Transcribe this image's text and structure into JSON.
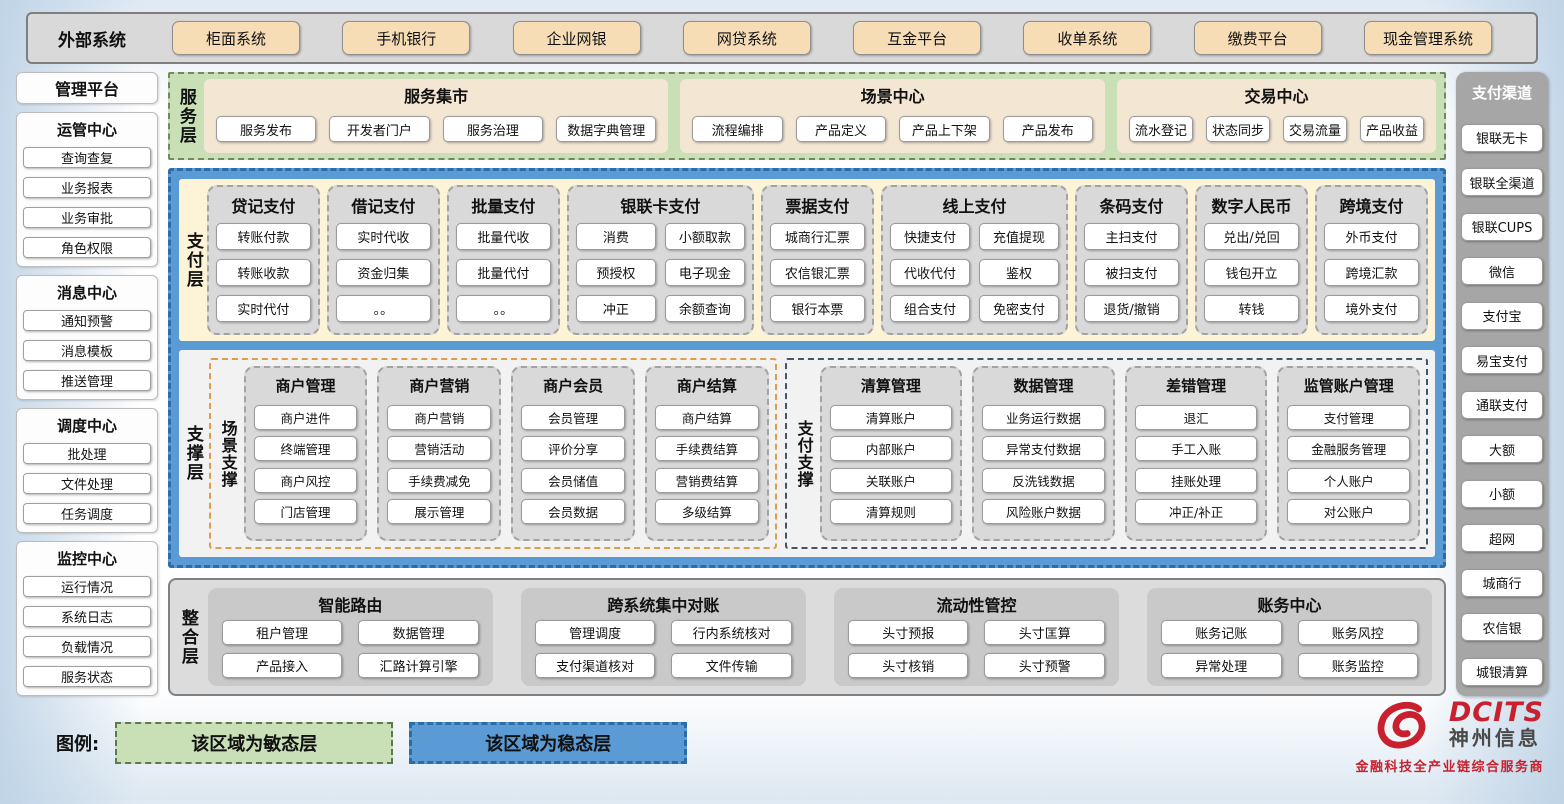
{
  "external": {
    "label": "外部系统",
    "items": [
      "柜面系统",
      "手机银行",
      "企业网银",
      "网贷系统",
      "互金平台",
      "收单系统",
      "缴费平台",
      "现金管理系统"
    ]
  },
  "management": {
    "title": "管理平台",
    "groups": [
      {
        "title": "运管中心",
        "items": [
          "查询查复",
          "业务报表",
          "业务审批",
          "角色权限"
        ]
      },
      {
        "title": "消息中心",
        "items": [
          "通知预警",
          "消息模板",
          "推送管理"
        ]
      },
      {
        "title": "调度中心",
        "items": [
          "批处理",
          "文件处理",
          "任务调度"
        ]
      },
      {
        "title": "监控中心",
        "items": [
          "运行情况",
          "系统日志",
          "负载情况",
          "服务状态"
        ]
      }
    ]
  },
  "service_layer": {
    "label": "服务层",
    "groups": [
      {
        "title": "服务集市",
        "items": [
          "服务发布",
          "开发者门户",
          "服务治理",
          "数据字典管理"
        ]
      },
      {
        "title": "场景中心",
        "items": [
          "流程编排",
          "产品定义",
          "产品上下架",
          "产品发布"
        ]
      },
      {
        "title": "交易中心",
        "items": [
          "流水登记",
          "状态同步",
          "交易流量",
          "产品收益"
        ]
      }
    ]
  },
  "payment_layer": {
    "label": "支付层",
    "columns": [
      {
        "title": "贷记支付",
        "cols": 1,
        "items": [
          "转账付款",
          "转账收款",
          "实时代付"
        ]
      },
      {
        "title": "借记支付",
        "cols": 1,
        "items": [
          "实时代收",
          "资金归集",
          "。。"
        ]
      },
      {
        "title": "批量支付",
        "cols": 1,
        "items": [
          "批量代收",
          "批量代付",
          "。。"
        ]
      },
      {
        "title": "银联卡支付",
        "cols": 2,
        "items": [
          "消费",
          "小额取款",
          "预授权",
          "电子现金",
          "冲正",
          "余额查询"
        ]
      },
      {
        "title": "票据支付",
        "cols": 1,
        "items": [
          "城商行汇票",
          "农信银汇票",
          "银行本票"
        ]
      },
      {
        "title": "线上支付",
        "cols": 2,
        "items": [
          "快捷支付",
          "充值提现",
          "代收代付",
          "鉴权",
          "组合支付",
          "免密支付"
        ]
      },
      {
        "title": "条码支付",
        "cols": 1,
        "items": [
          "主扫支付",
          "被扫支付",
          "退货/撤销"
        ]
      },
      {
        "title": "数字人民币",
        "cols": 1,
        "items": [
          "兑出/兑回",
          "钱包开立",
          "转钱"
        ]
      },
      {
        "title": "跨境支付",
        "cols": 1,
        "items": [
          "外币支付",
          "跨境汇款",
          "境外支付"
        ]
      }
    ]
  },
  "support_layer": {
    "label": "支撑层",
    "scene": {
      "label": "场景支撑",
      "columns": [
        {
          "title": "商户管理",
          "items": [
            "商户进件",
            "终端管理",
            "商户风控",
            "门店管理"
          ]
        },
        {
          "title": "商户营销",
          "items": [
            "商户营销",
            "营销活动",
            "手续费减免",
            "展示管理"
          ]
        },
        {
          "title": "商户会员",
          "items": [
            "会员管理",
            "评价分享",
            "会员储值",
            "会员数据"
          ]
        },
        {
          "title": "商户结算",
          "items": [
            "商户结算",
            "手续费结算",
            "营销费结算",
            "多级结算"
          ]
        }
      ]
    },
    "payment": {
      "label": "支付支撑",
      "columns": [
        {
          "title": "清算管理",
          "items": [
            "清算账户",
            "内部账户",
            "关联账户",
            "清算规则"
          ]
        },
        {
          "title": "数据管理",
          "items": [
            "业务运行数据",
            "异常支付数据",
            "反洗钱数据",
            "风险账户数据"
          ]
        },
        {
          "title": "差错管理",
          "items": [
            "退汇",
            "手工入账",
            "挂账处理",
            "冲正/补正"
          ]
        },
        {
          "title": "监管账户管理",
          "items": [
            "支付管理",
            "金融服务管理",
            "个人账户",
            "对公账户"
          ]
        }
      ]
    }
  },
  "integration_layer": {
    "label": "整合层",
    "groups": [
      {
        "title": "智能路由",
        "items": [
          "租户管理",
          "数据管理",
          "产品接入",
          "汇路计算引擎"
        ]
      },
      {
        "title": "跨系统集中对账",
        "items": [
          "管理调度",
          "行内系统核对",
          "支付渠道核对",
          "文件传输"
        ]
      },
      {
        "title": "流动性管控",
        "items": [
          "头寸预报",
          "头寸匡算",
          "头寸核销",
          "头寸预警"
        ]
      },
      {
        "title": "账务中心",
        "items": [
          "账务记账",
          "账务风控",
          "异常处理",
          "账务监控"
        ]
      }
    ]
  },
  "channels": {
    "title": "支付渠道",
    "items": [
      "银联无卡",
      "银联全渠道",
      "银联CUPS",
      "微信",
      "支付宝",
      "易宝支付",
      "通联支付",
      "大额",
      "小额",
      "超网",
      "城商行",
      "农信银",
      "城银清算"
    ]
  },
  "legend": {
    "label": "图例:",
    "agile": "该区域为敏态层",
    "stable": "该区域为稳态层"
  },
  "logo": {
    "brand": "DCITS",
    "name": "神州信息",
    "tagline": "金融科技全产业链综合服务商"
  },
  "colors": {
    "stable_blue": "#5b9bd5",
    "stable_blue_border": "#2e6da4",
    "agile_green": "#c9dfb6",
    "payment_cream": "#fdf3d6",
    "column_gray": "#d9d9d9",
    "channel_gray": "#a6a6a6",
    "external_tan": "#f6ddb5",
    "scene_orange_border": "#df9d48",
    "payment_support_border": "#44546a",
    "brand_red": "#c9202e"
  }
}
